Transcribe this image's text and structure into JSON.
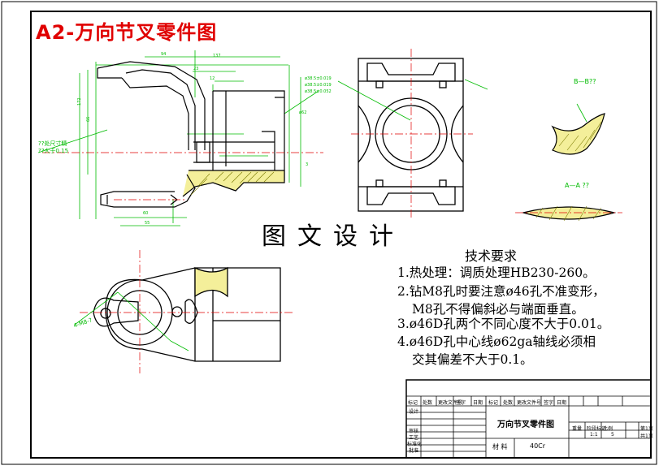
{
  "drawing": {
    "title": "A2-万向节叉零件图",
    "watermark": "图文设计",
    "labels": {
      "section_b": "B—B??",
      "section_a": "A—A ??",
      "left_note_1": "??处尺寸精",
      "left_note_2": "??大于0.15",
      "bottom_note": "4-M8-?"
    }
  },
  "requirements": {
    "heading": "技术要求",
    "items": [
      "1.热处理：调质处理HB230-260。",
      "2.钻M8孔时要注意ø46孔不准变形，",
      "M8孔不得偏斜必与端面垂直。",
      "3.ø46D孔两个不同心度不大于0.01。",
      "4.ø46D孔中心线ø62ga轴线必须相",
      "交其偏差不大于0.1。"
    ]
  },
  "title_block": {
    "part_name": "万向节叉零件图",
    "material_label": "材  料",
    "material": "40Cr",
    "scale": "1:1",
    "quantity": "5",
    "sheet_1": "第1页",
    "sheet_2": "共1页",
    "col_headers": [
      "标记",
      "处数",
      "更改文件号",
      "签字",
      "日期",
      "标记",
      "处数",
      "更改文件号",
      "签字",
      "日期"
    ],
    "row_labels": [
      "设计",
      "审核",
      "工艺",
      "标准化",
      "批准"
    ],
    "right_headers": [
      "阶段标记",
      "重量",
      "比例"
    ]
  },
  "colors": {
    "frame": "#000000",
    "title": "#e00000",
    "dimension": "#00bb00",
    "centerline": "#e00000",
    "hatch": "#c8c800",
    "section_fill": "#f4ef9a"
  }
}
